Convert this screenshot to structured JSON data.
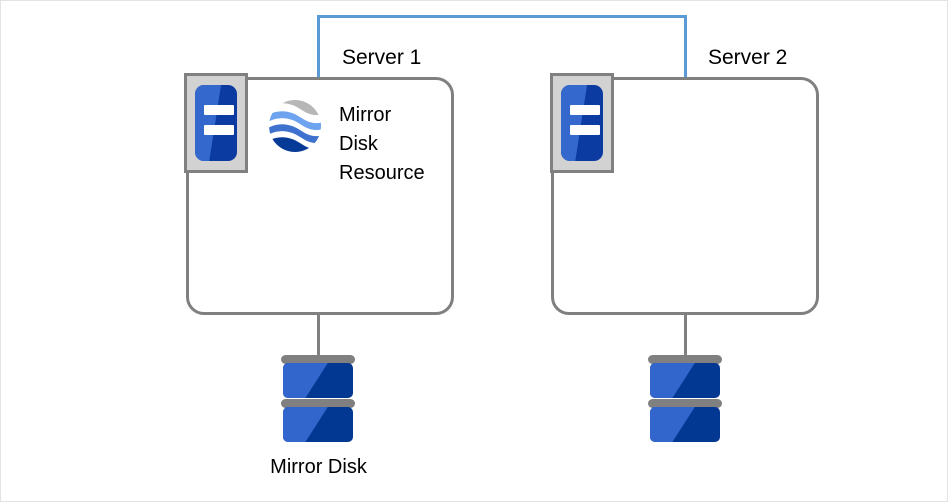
{
  "diagram": {
    "title": "Mirror Disk Resource cluster diagram",
    "colors": {
      "interconnect": "#5b9bd5",
      "box_border": "#808080",
      "icon_frame": "#d2d2d2",
      "icon_blue_light": "#3568cd",
      "icon_blue_dark": "#0b3ba0",
      "disk_blue_light": "#3366cc",
      "disk_blue_dark": "#033892",
      "disk_plate": "#808080",
      "text": "#000000",
      "background": "#ffffff"
    },
    "servers": [
      {
        "id": "server-1",
        "label": "Server 1",
        "icon": "server-icon",
        "resource": {
          "icon": "globe-icon",
          "label": "Mirror\nDisk\nResource"
        },
        "disk": {
          "icon": "disk-stack-icon",
          "label": "Mirror Disk"
        }
      },
      {
        "id": "server-2",
        "label": "Server 2",
        "icon": "server-icon",
        "resource": null,
        "disk": {
          "icon": "disk-stack-icon",
          "label": ""
        }
      }
    ],
    "interconnect": {
      "name": "interconnect-link",
      "label": ""
    }
  }
}
